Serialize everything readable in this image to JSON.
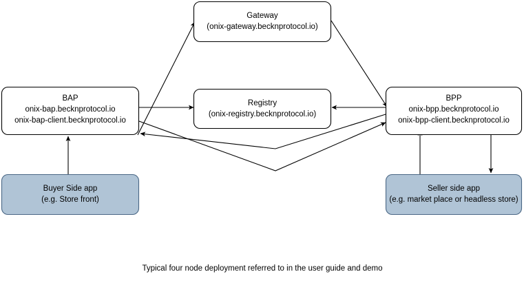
{
  "diagram": {
    "title": "Typical four node deployment referred to in the user guide and demo",
    "caption": "Typical four node deployment referred to in the user guide and demo",
    "background_color": "#ffffff",
    "line_color": "#000000",
    "shaded_fill": "#b0c4d6",
    "shaded_stroke": "#4a6785",
    "nodes": [
      {
        "id": "gateway",
        "name": "gateway-node",
        "style": "plain",
        "lines": [
          "Gateway",
          "(onix-gateway.becknprotocol.io)"
        ],
        "line1": "Gateway",
        "line2": "(onix-gateway.becknprotocol.io)",
        "line3": ""
      },
      {
        "id": "bap",
        "name": "bap-node",
        "style": "plain",
        "lines": [
          "BAP",
          "onix-bap.becknprotocol.io",
          "onix-bap-client.becknprotocol.io"
        ],
        "line1": "BAP",
        "line2": "onix-bap.becknprotocol.io",
        "line3": "onix-bap-client.becknprotocol.io"
      },
      {
        "id": "registry",
        "name": "registry-node",
        "style": "plain",
        "lines": [
          "Registry",
          "(onix-registry.becknprotocol.io)"
        ],
        "line1": "Registry",
        "line2": "(onix-registry.becknprotocol.io)",
        "line3": ""
      },
      {
        "id": "bpp",
        "name": "bpp-node",
        "style": "plain",
        "lines": [
          "BPP",
          "onix-bpp.becknprotocol.io",
          "onix-bpp-client.becknprotocol.io"
        ],
        "line1": "BPP",
        "line2": "onix-bpp.becknprotocol.io",
        "line3": "onix-bpp-client.becknprotocol.io"
      },
      {
        "id": "buyer_app",
        "name": "buyer-side-app-node",
        "style": "shaded",
        "lines": [
          "Buyer Side app",
          "(e.g. Store front)"
        ],
        "line1": "Buyer Side app",
        "line2": "(e.g. Store front)",
        "line3": ""
      },
      {
        "id": "seller_app",
        "name": "seller-side-app-node",
        "style": "shaded",
        "lines": [
          "Seller side app",
          "(e.g. market place or headless store)"
        ],
        "line1": "Seller side app",
        "line2": "(e.g. market place or headless store)",
        "line3": ""
      }
    ],
    "edges": [
      {
        "id": "bap_to_gateway",
        "name": "edge-bap-to-gateway",
        "from": "bap",
        "to": "gateway",
        "arrow": "single"
      },
      {
        "id": "gateway_to_bpp",
        "name": "edge-gateway-to-bpp",
        "from": "gateway",
        "to": "bpp",
        "arrow": "single"
      },
      {
        "id": "bap_to_registry",
        "name": "edge-bap-to-registry",
        "from": "bap",
        "to": "registry",
        "arrow": "single"
      },
      {
        "id": "bpp_to_registry",
        "name": "edge-bpp-to-registry",
        "from": "bpp",
        "to": "registry",
        "arrow": "single"
      },
      {
        "id": "bap_to_bpp_lower",
        "name": "edge-bap-to-bpp",
        "from": "bap",
        "to": "bpp",
        "arrow": "single"
      },
      {
        "id": "bpp_to_bap_lower",
        "name": "edge-bpp-to-bap",
        "from": "bpp",
        "to": "bap",
        "arrow": "single"
      },
      {
        "id": "buyer_to_bap",
        "name": "edge-buyer-app-to-bap",
        "from": "buyer_app",
        "to": "bap",
        "arrow": "single"
      },
      {
        "id": "seller_to_bpp",
        "name": "edge-seller-app-to-bpp",
        "from": "seller_app",
        "to": "bpp",
        "arrow": "single"
      },
      {
        "id": "bpp_to_seller",
        "name": "edge-bpp-to-seller-app",
        "from": "bpp",
        "to": "seller_app",
        "arrow": "single"
      }
    ]
  }
}
